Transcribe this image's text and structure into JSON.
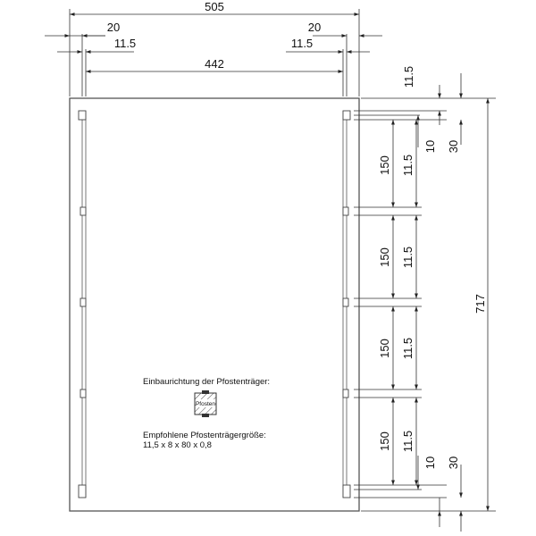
{
  "dimensions": {
    "overall_width": "505",
    "left_margin": "20",
    "right_margin": "20",
    "left_post_offset": "11.5",
    "right_post_offset": "11.5",
    "inner_width": "442",
    "overall_height": "717",
    "top_edge_offset": "11.5",
    "top_bracket_offset": "10",
    "top_bracket_distance": "30",
    "bottom_bracket_offset": "10",
    "bottom_bracket_distance": "30",
    "bracket_spacing": [
      "150",
      "150",
      "150",
      "150"
    ],
    "bracket_height": [
      "11.5",
      "11.5",
      "11.5",
      "11.5"
    ]
  },
  "notes": {
    "install_direction": "Einbaurichtung der Pfostenträger:",
    "post_label": "Pfosten",
    "recommended_size_label": "Empfohlene Pfostenträgergröße:",
    "recommended_size_value": "11,5 x 8 x 80 x 0,8"
  },
  "colors": {
    "line": "#333333",
    "panel_edge": "#555555",
    "background": "#ffffff"
  }
}
